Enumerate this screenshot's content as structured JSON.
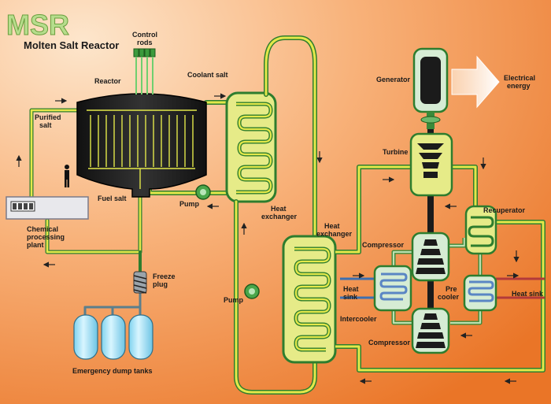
{
  "title": {
    "acronym": "MSR",
    "subtitle": "Molten Salt Reactor"
  },
  "labels": {
    "control_rods_1": "Control",
    "control_rods_2": "rods",
    "reactor": "Reactor",
    "coolant_salt": "Coolant salt",
    "purified_salt_1": "Purified",
    "purified_salt_2": "salt",
    "fuel_salt": "Fuel salt",
    "pump_top": "Pump",
    "heat_exchanger_1_a": "Heat",
    "heat_exchanger_1_b": "exchanger",
    "heat_exchanger_2_a": "Heat",
    "heat_exchanger_2_b": "exchanger",
    "chemical_1": "Chemical",
    "chemical_2": "processing",
    "chemical_3": "plant",
    "freeze_plug_1": "Freeze",
    "freeze_plug_2": "plug",
    "emergency_dump_tanks": "Emergency dump tanks",
    "pump_bottom": "Pump",
    "generator": "Generator",
    "electrical_energy_1": "Electrical",
    "electrical_energy_2": "energy",
    "turbine": "Turbine",
    "recuperator": "Recuperator",
    "compressor_top": "Compressor",
    "compressor_bottom": "Compressor",
    "heat_sink_left_1": "Heat",
    "heat_sink_left_2": "sink",
    "pre_cooler_1": "Pre",
    "pre_cooler_2": "cooler",
    "heat_sink_right": "Heat sink",
    "intercooler": "Intercooler"
  },
  "colors": {
    "bg_light": "#fde1c4",
    "bg_dark": "#ee7f2c",
    "reactor": "#1b1b1b",
    "pipe_yellow": "#e3e84a",
    "pipe_green": "#2e8b2e",
    "vessel_fill": "#e6eb88",
    "gas_fill": "#d6ecd4",
    "tank_blue": "#a8e4f6",
    "coil_blue": "#5a86c4",
    "title_green": "#b6dd8c"
  },
  "icons": [
    "control-rod-icon",
    "person-icon",
    "arrow-icon",
    "pump-icon",
    "freeze-plug-icon"
  ]
}
